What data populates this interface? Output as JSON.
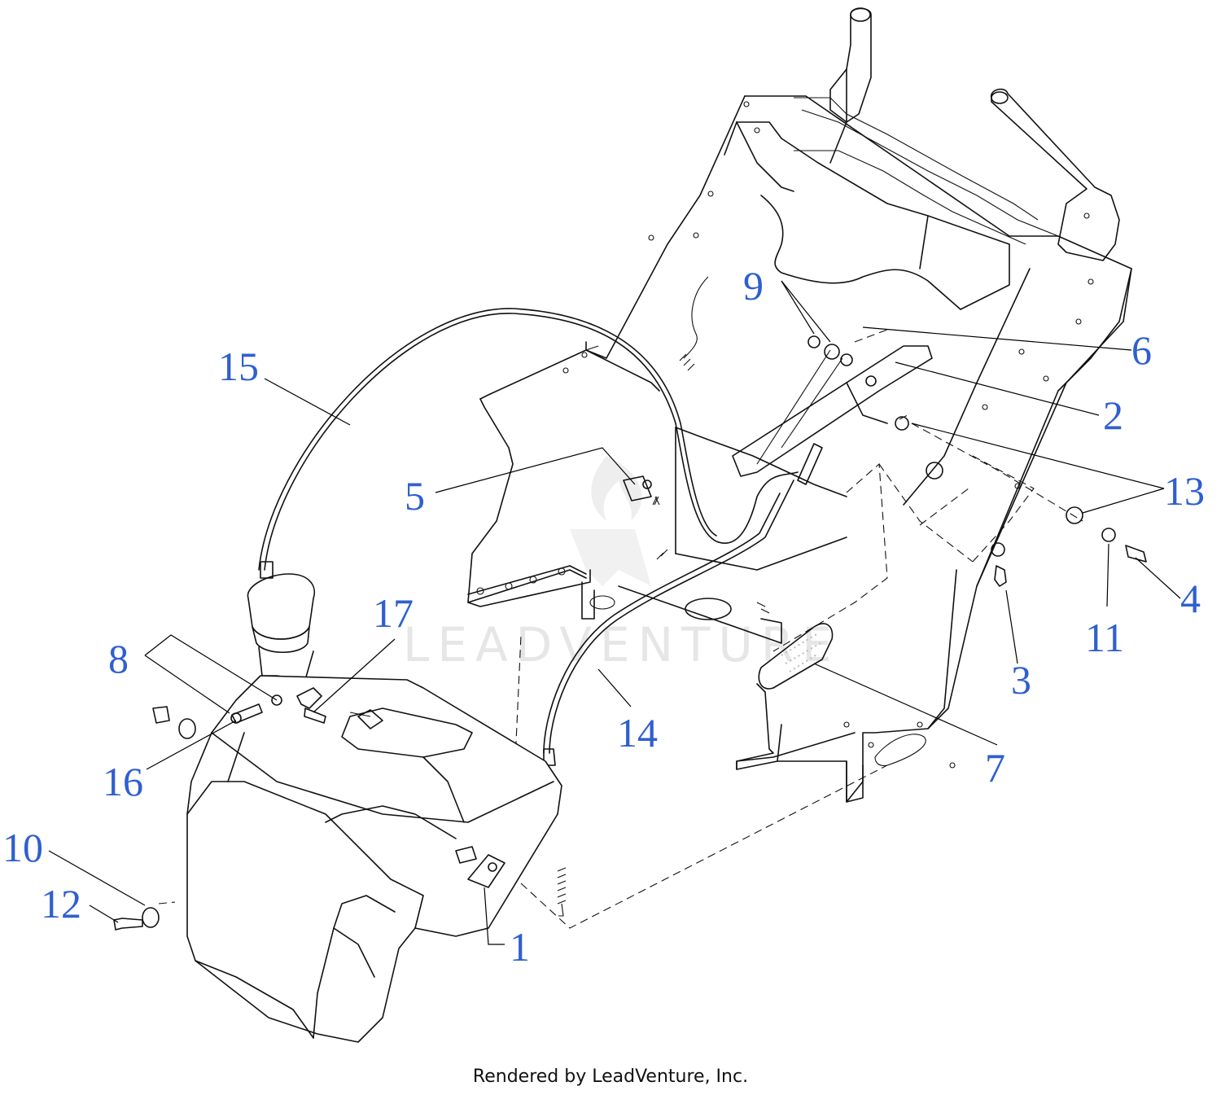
{
  "watermark": "LEADVENTURE",
  "footer": "Rendered by LeadVenture, Inc.",
  "callouts": [
    "1",
    "2",
    "3",
    "4",
    "5",
    "6",
    "7",
    "8",
    "9",
    "10",
    "11",
    "12",
    "13",
    "14",
    "15",
    "16",
    "17"
  ]
}
